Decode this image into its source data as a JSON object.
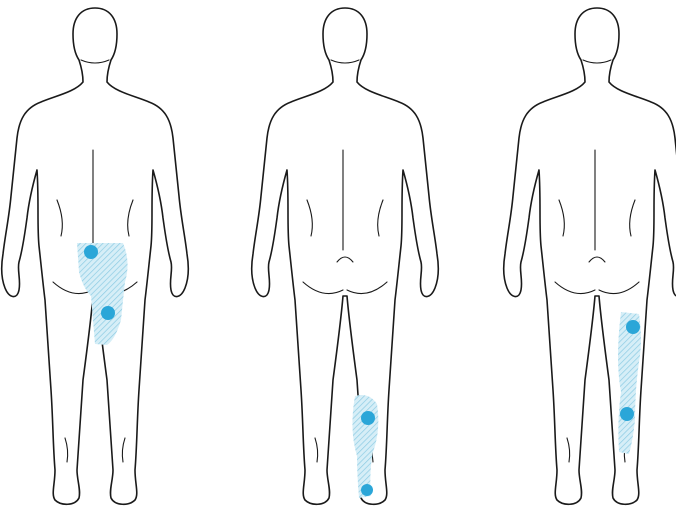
{
  "colors": {
    "outline": "#1a1a1a",
    "trigger_point": "#2aa6d8",
    "referred_pain": "#9fd4e8"
  },
  "figures": [
    {
      "id": "figure-1",
      "view": "posterior",
      "pain_areas": [
        "left-lower-back-buttock",
        "left-posterior-thigh"
      ],
      "trigger_points": [
        "lower-back",
        "posterior-thigh"
      ]
    },
    {
      "id": "figure-2",
      "view": "posterior",
      "pain_areas": [
        "right-calf",
        "right-heel"
      ],
      "trigger_points": [
        "calf",
        "heel"
      ]
    },
    {
      "id": "figure-3",
      "view": "posterior",
      "pain_areas": [
        "right-lateral-thigh-and-leg"
      ],
      "trigger_points": [
        "lateral-thigh",
        "lateral-knee"
      ]
    }
  ]
}
